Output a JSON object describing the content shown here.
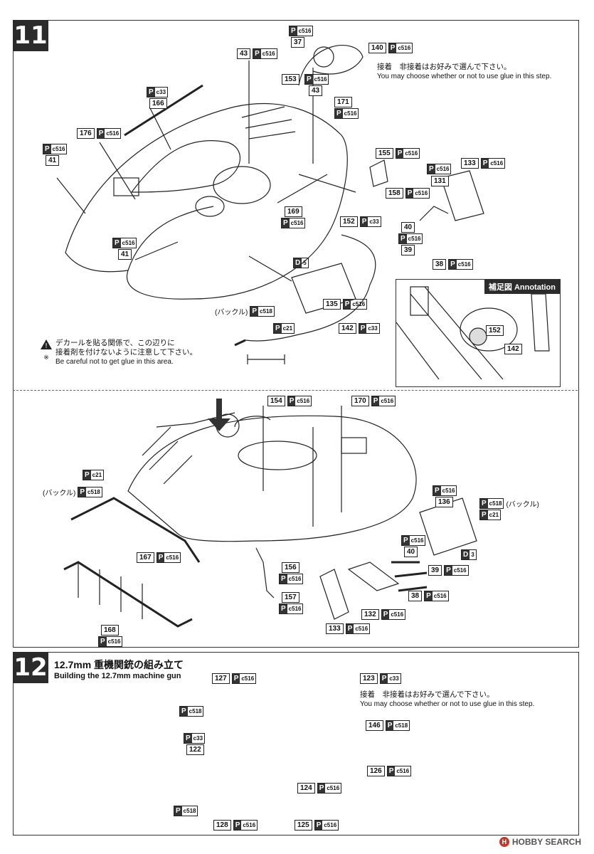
{
  "step11": {
    "number": "11",
    "glue_note_jp": "接着　非接着はお好みで選んで下さい。",
    "glue_note_en": "You may choose whether or not to use glue in this step.",
    "warning_jp_1": "デカールを貼る関係で、この辺りに",
    "warning_jp_2": "接着剤を付けないように注意して下さい。",
    "warning_en": "Be careful not to get glue in this area.",
    "warning_mark": "※",
    "annotation_title": "補足図 Annotation",
    "annotation_parts": [
      "152",
      "142"
    ],
    "buckle_label": "(バックル)",
    "decal_d5": "5",
    "decal_d3": "3",
    "parts_top": [
      {
        "num": "37",
        "runner": "c516"
      },
      {
        "num": "140",
        "runner": "c516"
      },
      {
        "num": "43",
        "runner": "c516"
      },
      {
        "num": "153",
        "runner": "c516"
      },
      {
        "num": "43",
        "runner": ""
      },
      {
        "num": "171",
        "runner": "c516"
      },
      {
        "num": "166",
        "runner": "c33"
      },
      {
        "num": "176",
        "runner": "c516"
      },
      {
        "num": "41",
        "runner": "c516"
      },
      {
        "num": "155",
        "runner": "c516"
      },
      {
        "num": "133",
        "runner": "c516"
      },
      {
        "num": "131",
        "runner": "c516"
      },
      {
        "num": "158",
        "runner": "c516"
      },
      {
        "num": "169",
        "runner": "c516"
      },
      {
        "num": "152",
        "runner": "c33"
      },
      {
        "num": "40",
        "runner": "c516"
      },
      {
        "num": "39",
        "runner": "c516"
      },
      {
        "num": "38",
        "runner": "c516"
      },
      {
        "num": "41",
        "runner": "c516"
      },
      {
        "num": "135",
        "runner": "c516"
      },
      {
        "num": "142",
        "runner": "c33"
      }
    ],
    "parts_bottom": [
      {
        "num": "154",
        "runner": "c516"
      },
      {
        "num": "170",
        "runner": "c516"
      },
      {
        "num": "136",
        "runner": "c516"
      },
      {
        "num": "40",
        "runner": "c516"
      },
      {
        "num": "39",
        "runner": "c516"
      },
      {
        "num": "38",
        "runner": "c516"
      },
      {
        "num": "156",
        "runner": "c516"
      },
      {
        "num": "157",
        "runner": "c516"
      },
      {
        "num": "167",
        "runner": "c516"
      },
      {
        "num": "168",
        "runner": "c516"
      },
      {
        "num": "132",
        "runner": "c516"
      },
      {
        "num": "133",
        "runner": "c516"
      }
    ],
    "runner_c21": "c21",
    "runner_c518": "c518"
  },
  "step12": {
    "number": "12",
    "title_jp": "12.7mm 重機関銃の組み立て",
    "title_en": "Building the 12.7mm machine gun",
    "glue_note_jp": "接着　非接着はお好みで選んで下さい。",
    "glue_note_en": "You may choose whether or not to use glue in this step.",
    "parts": [
      {
        "num": "127",
        "runner": "c516"
      },
      {
        "num": "123",
        "runner": "c33"
      },
      {
        "num": "122",
        "runner": "c33"
      },
      {
        "num": "146",
        "runner": "c518"
      },
      {
        "num": "126",
        "runner": "c516"
      },
      {
        "num": "124",
        "runner": "c516"
      },
      {
        "num": "128",
        "runner": "c516"
      },
      {
        "num": "125",
        "runner": "c516"
      }
    ],
    "runner_c518": "c518"
  },
  "runner_prefix": "P",
  "decal_prefix": "D",
  "footer": {
    "logo": "H",
    "text": "HOBBY SEARCH"
  }
}
